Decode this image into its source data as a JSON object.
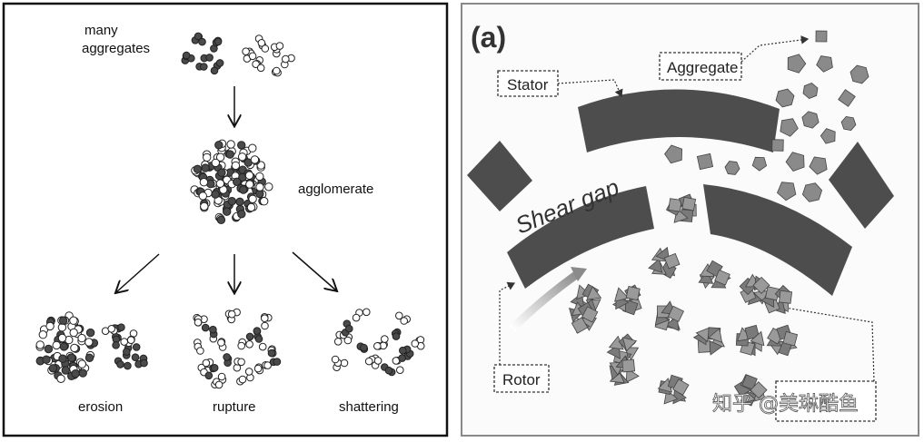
{
  "left": {
    "labels": {
      "many": "many",
      "aggregates": "aggregates",
      "agglomerate": "agglomerate",
      "erosion": "erosion",
      "rupture": "rupture",
      "shattering": "shattering"
    }
  },
  "right": {
    "panel_label": "(a)",
    "labels": {
      "stator": "Stator",
      "aggregate": "Aggregate",
      "shear_gap": "Shear gap",
      "rotor": "Rotor"
    },
    "watermark": "知乎 @美琳酷鱼"
  },
  "colors": {
    "dark_particle": "#4a4a4a",
    "rotor_stator": "#4d4d4d",
    "cluster": "#7a7a7a"
  }
}
